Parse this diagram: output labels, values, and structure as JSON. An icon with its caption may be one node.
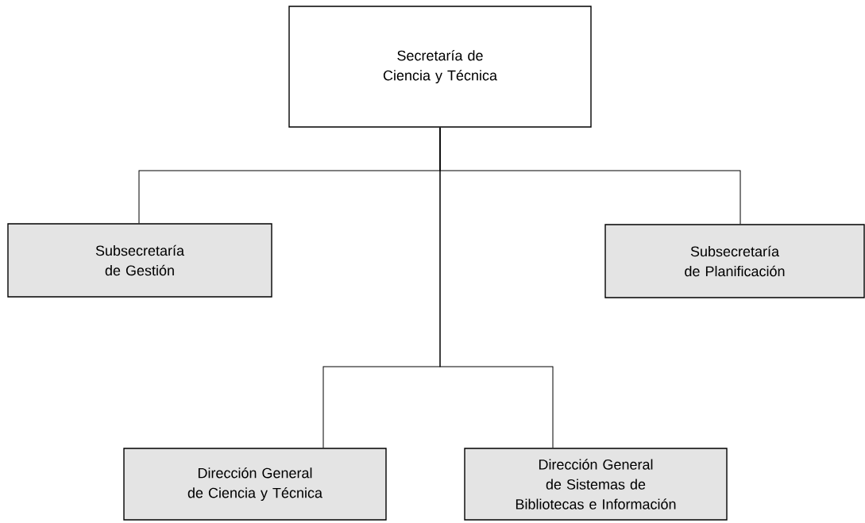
{
  "diagram": {
    "nodes": [
      {
        "text": [
          "Secretaría de Ciencia y Técnica"
        ]
      },
      {
        "text": [
          "Subsecretaría de Gestión"
        ]
      },
      {
        "text": [
          "Subsecretaría de Planificación"
        ]
      },
      {
        "text": [
          "Dirección General de Ciencia y Técnica"
        ]
      },
      {
        "text": [
          "Dirección General de Sistemas de Bibliotecas e Información"
        ]
      }
    ],
    "edges": [
      {
        "from": 0,
        "to": 1,
        "arrow": "none"
      },
      {
        "from": 0,
        "to": 2,
        "arrow": "none"
      },
      {
        "from": 0,
        "to": 3,
        "arrow": "none"
      },
      {
        "from": 0,
        "to": 4,
        "arrow": "none"
      }
    ]
  }
}
